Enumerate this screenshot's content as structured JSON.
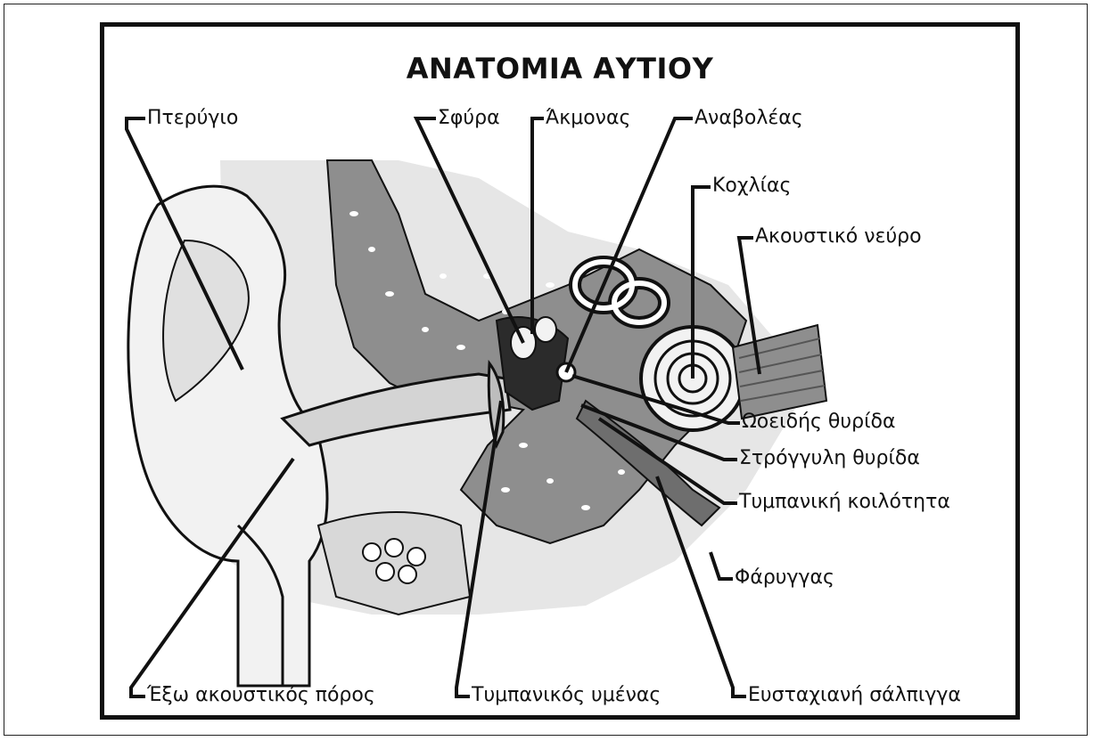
{
  "title": "ΑΝΑΤΟΜΙΑ ΑΥΤΙΟΥ",
  "labels": {
    "pinna": "Πτερύγιο",
    "malleus": "Σφύρα",
    "incus": "Άκμονας",
    "stapes": "Αναβολέας",
    "cochlea": "Κοχλίας",
    "auditory_nerve": "Ακουστικό νεύρο",
    "oval_window": "Ωοειδής θυρίδα",
    "round_window": "Στρόγγυλη θυρίδα",
    "tympanic_cavity": "Τυμπανική κοιλότητα",
    "pharynx": "Φάρυγγας",
    "external_auditory_canal": "Έξω ακουστικός πόρος",
    "tympanic_membrane": "Τυμπανικός υμένας",
    "eustachian_tube": "Ευσταχιανή σάλπιγγα"
  },
  "colors": {
    "line": "#111111",
    "skin_light": "#e6e6e6",
    "skin_mid": "#bdbdbd",
    "bone": "#8e8e8e",
    "dark": "#2b2b2b"
  }
}
